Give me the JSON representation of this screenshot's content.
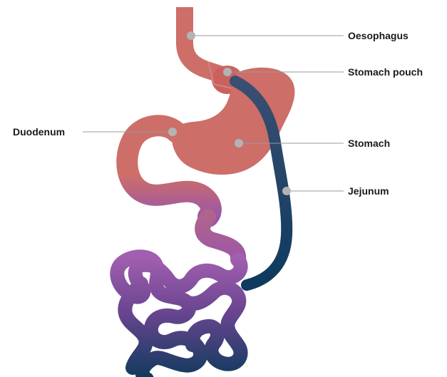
{
  "labels": {
    "oesophagus": "Oesophagus",
    "stomach_pouch": "Stomach pouch",
    "stomach": "Stomach",
    "jejunum": "Jejunum",
    "duodenum": "Duodenum"
  },
  "colors": {
    "organ_pink": "#cd6e69",
    "organ_pink_dark": "#b55a56",
    "intestine_purple": "#9b56a8",
    "intestine_navy": "#0e3a5c",
    "jejunum_top": "#3a4f72",
    "jejunum_bottom": "#0d3a5e",
    "marker_dot": "#b3b3b3",
    "leader_line": "#9a9a9a",
    "label_text": "#1a1a1a"
  }
}
